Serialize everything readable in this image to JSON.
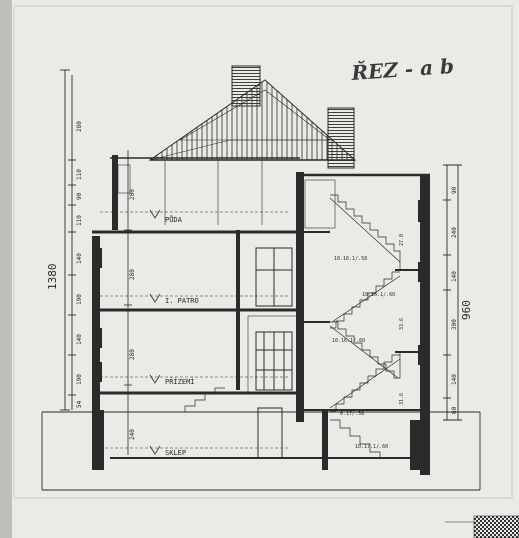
{
  "drawing": {
    "title": "ŘEZ - a b",
    "colors": {
      "paper": "#ebebe8",
      "ink": "#2b2b2b",
      "shadow": "#6f6f6f"
    },
    "levels": {
      "attic": "PŮDA",
      "upper_floor": "I. PATRO",
      "ground_floor": "PŘÍZEMÍ",
      "basement": "SKLEP"
    },
    "stair_labels": [
      "10.16.1/.58",
      "10.16.1/.60",
      "10.16.1/.60",
      "6.17/.58",
      "10.17.1/.60"
    ],
    "total_height_left": "1380",
    "total_height_right": "960",
    "left_dims": [
      "280",
      "110",
      "90",
      "110",
      "140",
      "190",
      "140",
      "190",
      "54"
    ],
    "inner_dims": [
      "200",
      "280",
      "280",
      "240"
    ],
    "right_dims": [
      "90",
      "240",
      "140",
      "300",
      "140",
      "60"
    ],
    "stair_side_dims": [
      "27.0",
      "33.6",
      "31.6"
    ]
  }
}
